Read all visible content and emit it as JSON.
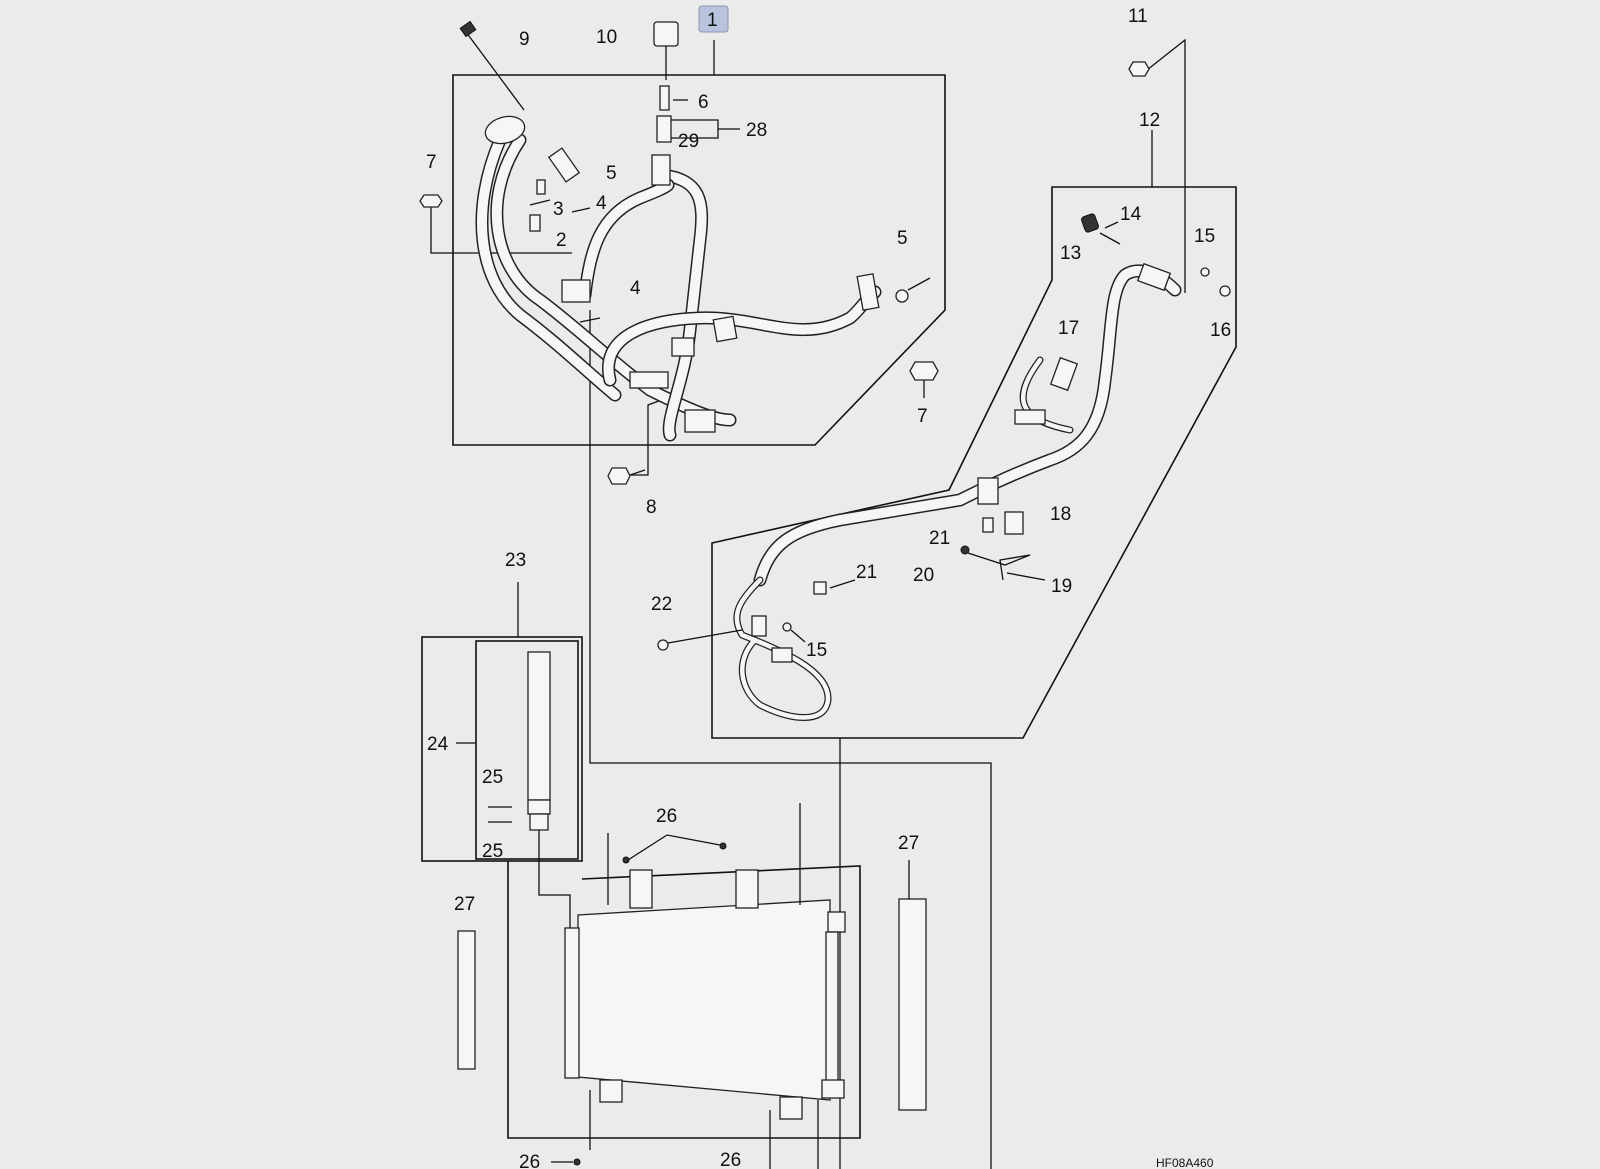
{
  "callouts": {
    "c1": "1",
    "c2": "2",
    "c3": "3",
    "c4a": "4",
    "c4b": "4",
    "c5a": "5",
    "c5b": "5",
    "c6": "6",
    "c7a": "7",
    "c7b": "7",
    "c8": "8",
    "c9": "9",
    "c10": "10",
    "c11": "11",
    "c12": "12",
    "c13": "13",
    "c14": "14",
    "c15a": "15",
    "c15b": "15",
    "c16": "16",
    "c17": "17",
    "c18": "18",
    "c19": "19",
    "c20": "20",
    "c21a": "21",
    "c21b": "21",
    "c22": "22",
    "c23": "23",
    "c24": "24",
    "c25a": "25",
    "c25b": "25",
    "c26a": "26",
    "c26b": "26",
    "c26c": "26",
    "c27a": "27",
    "c27b": "27",
    "c28": "28",
    "c29": "29"
  },
  "highlight_color": "#b8c4de",
  "diagram_code": "HF08A460"
}
